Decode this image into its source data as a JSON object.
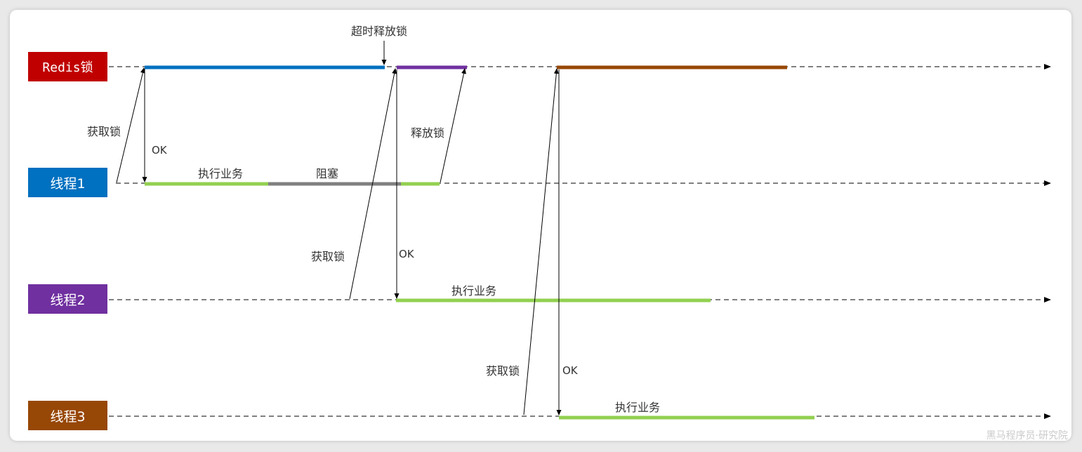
{
  "lanes": {
    "redis": {
      "label": "Redis锁",
      "color": "#c00000"
    },
    "thread1": {
      "label": "线程1",
      "color": "#0070c0"
    },
    "thread2": {
      "label": "线程2",
      "color": "#7030a0"
    },
    "thread3": {
      "label": "线程3",
      "color": "#8b4513"
    }
  },
  "texts": {
    "timeout_release": "超时释放锁",
    "t1_acquire": "获取锁",
    "t1_ok": "OK",
    "t1_business": "执行业务",
    "t1_blocked": "阻塞",
    "t1_release": "释放锁",
    "t2_acquire": "获取锁",
    "t2_ok": "OK",
    "t2_business": "执行业务",
    "t3_acquire": "获取锁",
    "t3_ok": "OK",
    "t3_business": "执行业务"
  },
  "segment_colors": {
    "business": "#92d050",
    "blocked": "#808080",
    "lock_t1": "#0070c0",
    "lock_t2": "#7030a0",
    "lock_t3": "#974706"
  },
  "watermark": "黑马程序员·研究院"
}
